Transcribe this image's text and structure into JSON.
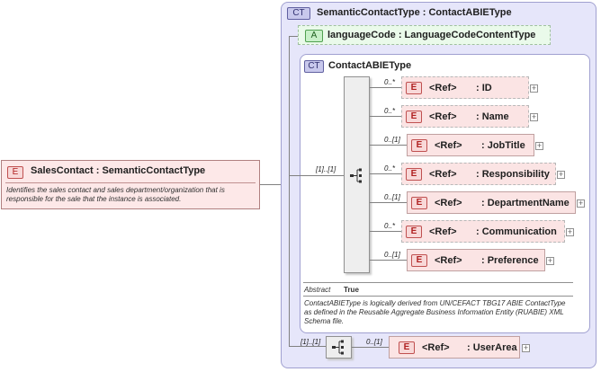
{
  "root": {
    "badge": "E",
    "label": "SalesContact : SemanticContactType",
    "doc": "Identifies the sales contact and sales department/organization that is responsible for the sale that the instance is associated."
  },
  "semantic_type": {
    "badge": "CT",
    "title": "SemanticContactType : ContactABIEType"
  },
  "attribute": {
    "badge": "A",
    "label": "languageCode : LanguageCodeContentType"
  },
  "inner_type": {
    "badge": "CT",
    "title": "ContactABIEType",
    "abstract_label": "Abstract",
    "abstract_value": "True",
    "doc": "ContactABIEType is logically derived from UN/CEFACT TBG17 ABIE ContactType as defined in the Reusable Aggregate Business Information Entity (RUABIE) XML Schema file."
  },
  "sequence_occurrence": "[1]..[1]",
  "children": [
    {
      "badge": "E",
      "ref": "<Ref>",
      "name": ": ID",
      "occurrence": "0..*"
    },
    {
      "badge": "E",
      "ref": "<Ref>",
      "name": ": Name",
      "occurrence": "0..*"
    },
    {
      "badge": "E",
      "ref": "<Ref>",
      "name": ": JobTitle",
      "occurrence": "0..[1]"
    },
    {
      "badge": "E",
      "ref": "<Ref>",
      "name": ": Responsibility",
      "occurrence": "0..*"
    },
    {
      "badge": "E",
      "ref": "<Ref>",
      "name": ": DepartmentName",
      "occurrence": "0..[1]"
    },
    {
      "badge": "E",
      "ref": "<Ref>",
      "name": ": Communication",
      "occurrence": "0..*"
    },
    {
      "badge": "E",
      "ref": "<Ref>",
      "name": ": Preference",
      "occurrence": "0..[1]"
    }
  ],
  "extension": {
    "occurrence": "[1]..[1]",
    "child": {
      "badge": "E",
      "ref": "<Ref>",
      "name": ": UserArea",
      "occurrence": "0..[1]"
    }
  },
  "expand_symbol": "+"
}
